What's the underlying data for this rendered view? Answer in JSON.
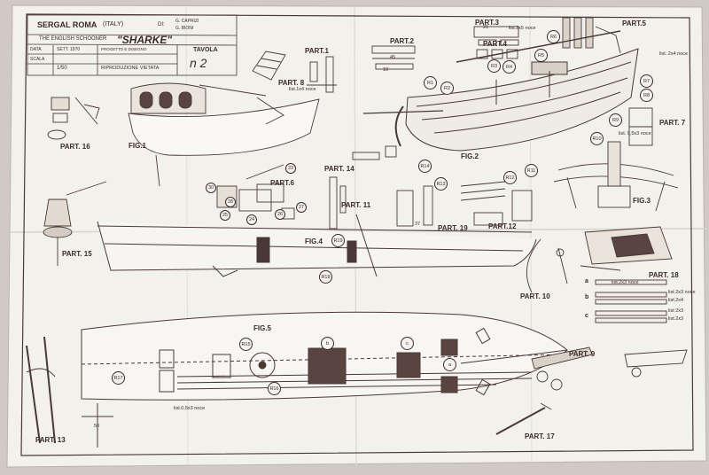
{
  "title_block": {
    "company": "SERGAL ROMA",
    "country": "(ITALY)",
    "di_label": "DI:",
    "authors": [
      "G. CAPRIZI",
      "G. BIONI"
    ],
    "model": "THE ENGLISH SCHOONER",
    "ship_name": "\"SHARKE\"",
    "date_label": "DATA",
    "date_value": "SETT. 1970",
    "scale_label": "SCALA",
    "scale_value": "1/50",
    "project_label": "PROGETTO E DISEGNO",
    "reproduction": "RIPRODUZIONE VIETATA",
    "sheet_label": "TAVOLA",
    "sheet_value": "n 2"
  },
  "parts": {
    "part1": "PART.1",
    "part2": "PART.2",
    "part3": "PART.3",
    "part4": "PART.4",
    "part5": "PART.5",
    "part6": "PART.6",
    "part7": "PART. 7",
    "part8": "PART. 8",
    "part9": "PART. 9",
    "part10": "PART. 10",
    "part11": "PART. 11",
    "part12": "PART.12",
    "part13": "PART. 13",
    "part14": "PART. 14",
    "part15": "PART. 15",
    "part16": "PART. 16",
    "part17": "PART. 17",
    "part18": "PART. 18",
    "part19": "PART. 19"
  },
  "figures": {
    "fig1": "FIG.1",
    "fig2": "FIG.2",
    "fig3": "FIG.3",
    "fig4": "FIG.4",
    "fig5": "FIG.5"
  },
  "refs": {
    "r1": "R1",
    "r2": "R2",
    "r3": "R3",
    "r4": "R4",
    "r5": "R5",
    "r6": "R6",
    "r7": "R7",
    "r8": "R8",
    "r9": "R9",
    "r10": "R10",
    "r11": "R11",
    "r12": "R12",
    "r13": "R13",
    "r14": "R14",
    "r15": "R15",
    "r16": "R16",
    "r17": "R17",
    "r18": "R18",
    "r19": "R19"
  },
  "letters": {
    "a": "a",
    "b": "b",
    "c": "c"
  },
  "numbers": {
    "n23": "23",
    "n24": "24",
    "n25": "25",
    "n26": "26",
    "n27": "27",
    "n28": "28",
    "n30": "30"
  },
  "strips": {
    "a1": "list.2x3 noce",
    "b1": "list 2x3 noce",
    "b2": "list.2x4",
    "c1": "list 2x3",
    "c2": "list.2x3",
    "deck": "list.0,5x3 noce",
    "part7_list": "list. 0,5x3 noce",
    "part5_list": "list. 2x4 noce",
    "part3_list": "list.2x5 noce",
    "part1_list": "list.1x4 noce",
    "dim_21": "21",
    "dim_10": "10",
    "dim_45": "45",
    "dim_50": "50",
    "dim_37": "37"
  }
}
